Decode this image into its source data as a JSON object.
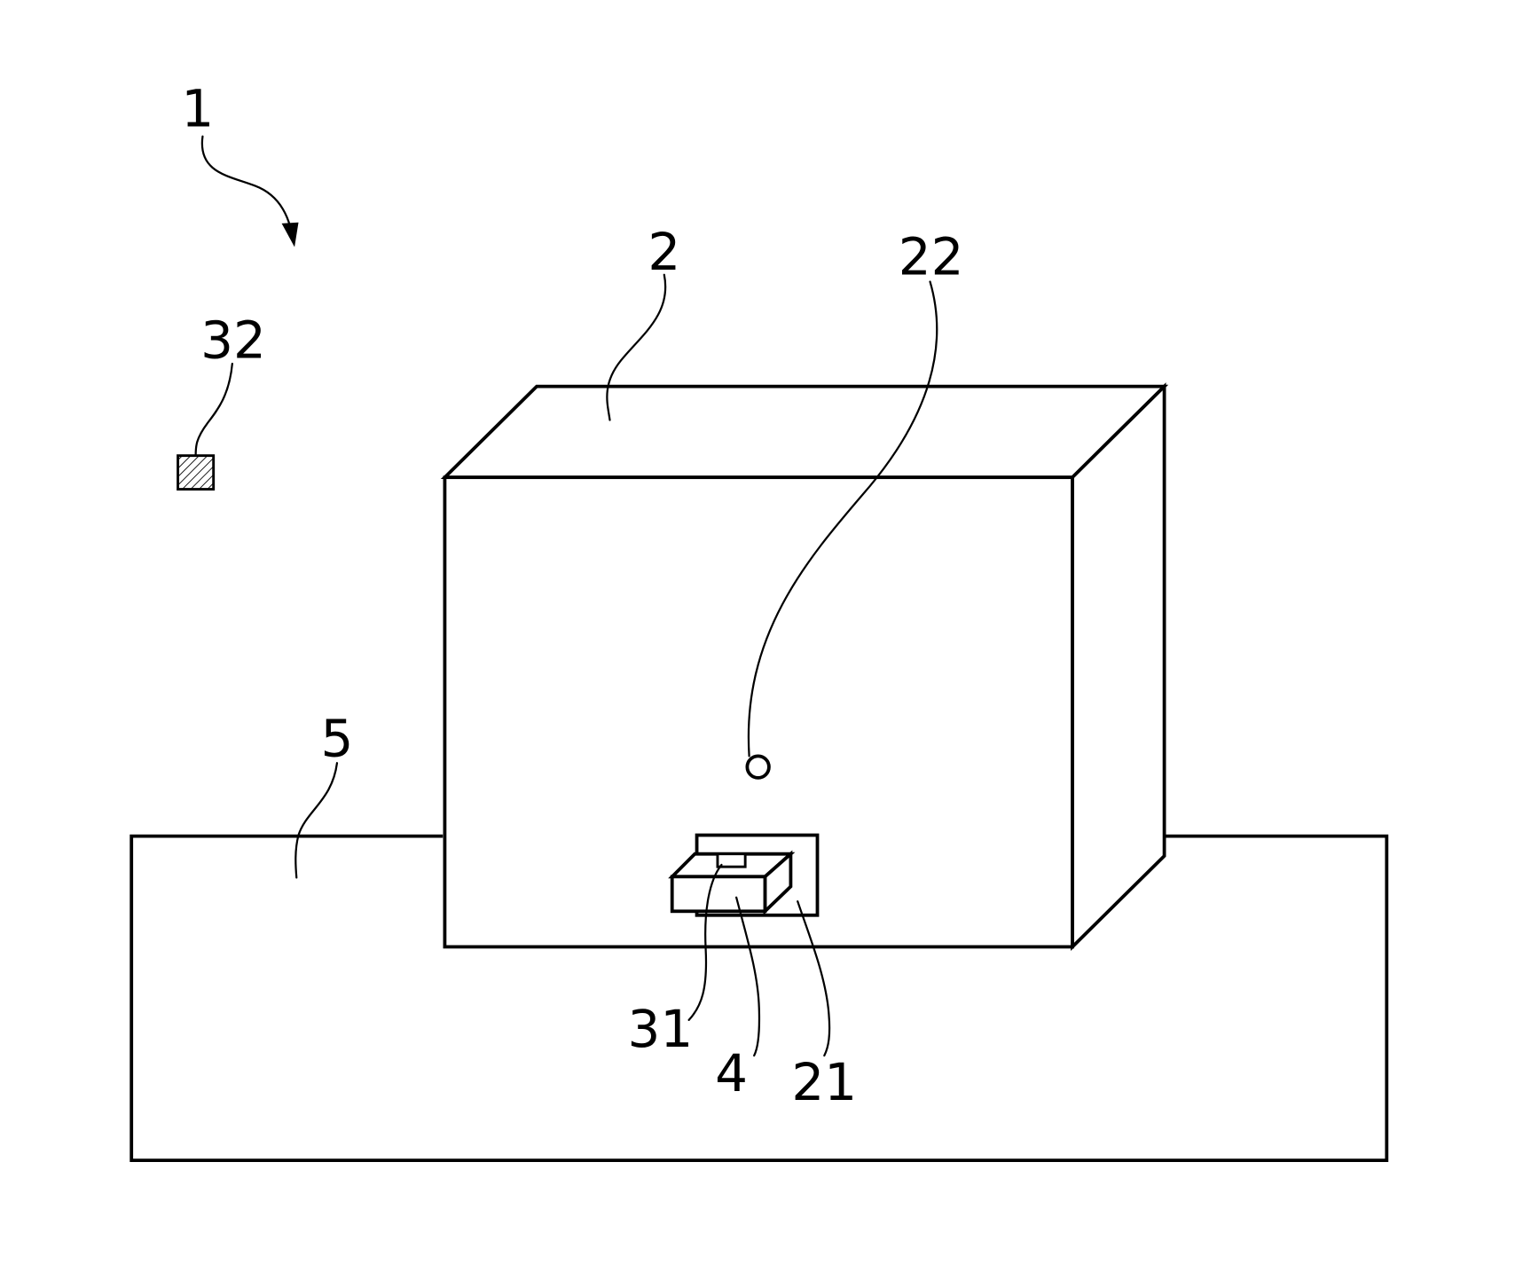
{
  "labels": {
    "assembly": "1",
    "housing": "2",
    "indicator": "22",
    "remote": "32",
    "base": "5",
    "contact": "31",
    "insert": "4",
    "slot": "21"
  }
}
